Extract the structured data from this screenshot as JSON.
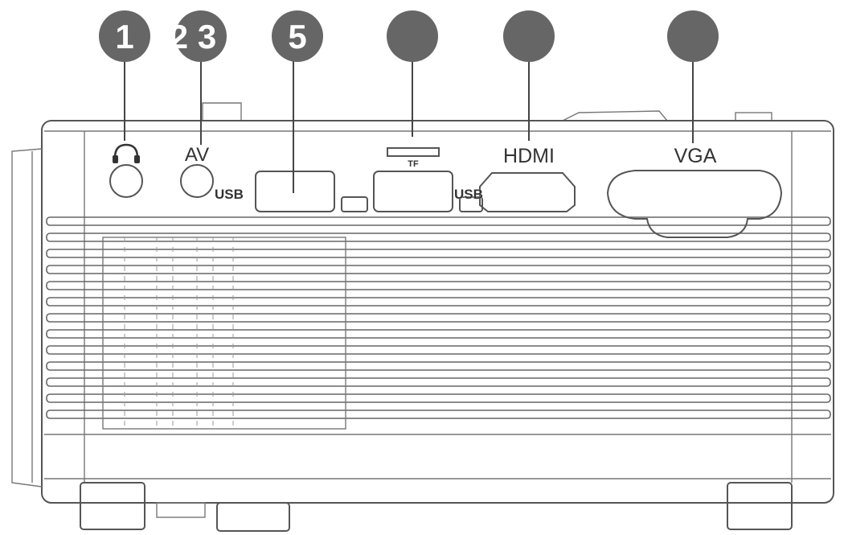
{
  "callouts": [
    {
      "id": "c1",
      "number": "1"
    },
    {
      "id": "c2",
      "number": "2 3"
    },
    {
      "id": "c3",
      "number": "5"
    },
    {
      "id": "c4",
      "number": ""
    },
    {
      "id": "c5",
      "number": ""
    },
    {
      "id": "c6",
      "number": ""
    }
  ],
  "port_labels": {
    "av": "AV",
    "usb_left": "USB",
    "tf": "TF",
    "usb_right": "USB",
    "hdmi": "HDMI",
    "vga": "VGA"
  },
  "icons": {
    "headphone": "headphone-icon"
  },
  "colors": {
    "callout_fill": "#666666",
    "line": "#555555",
    "label": "#333333"
  }
}
